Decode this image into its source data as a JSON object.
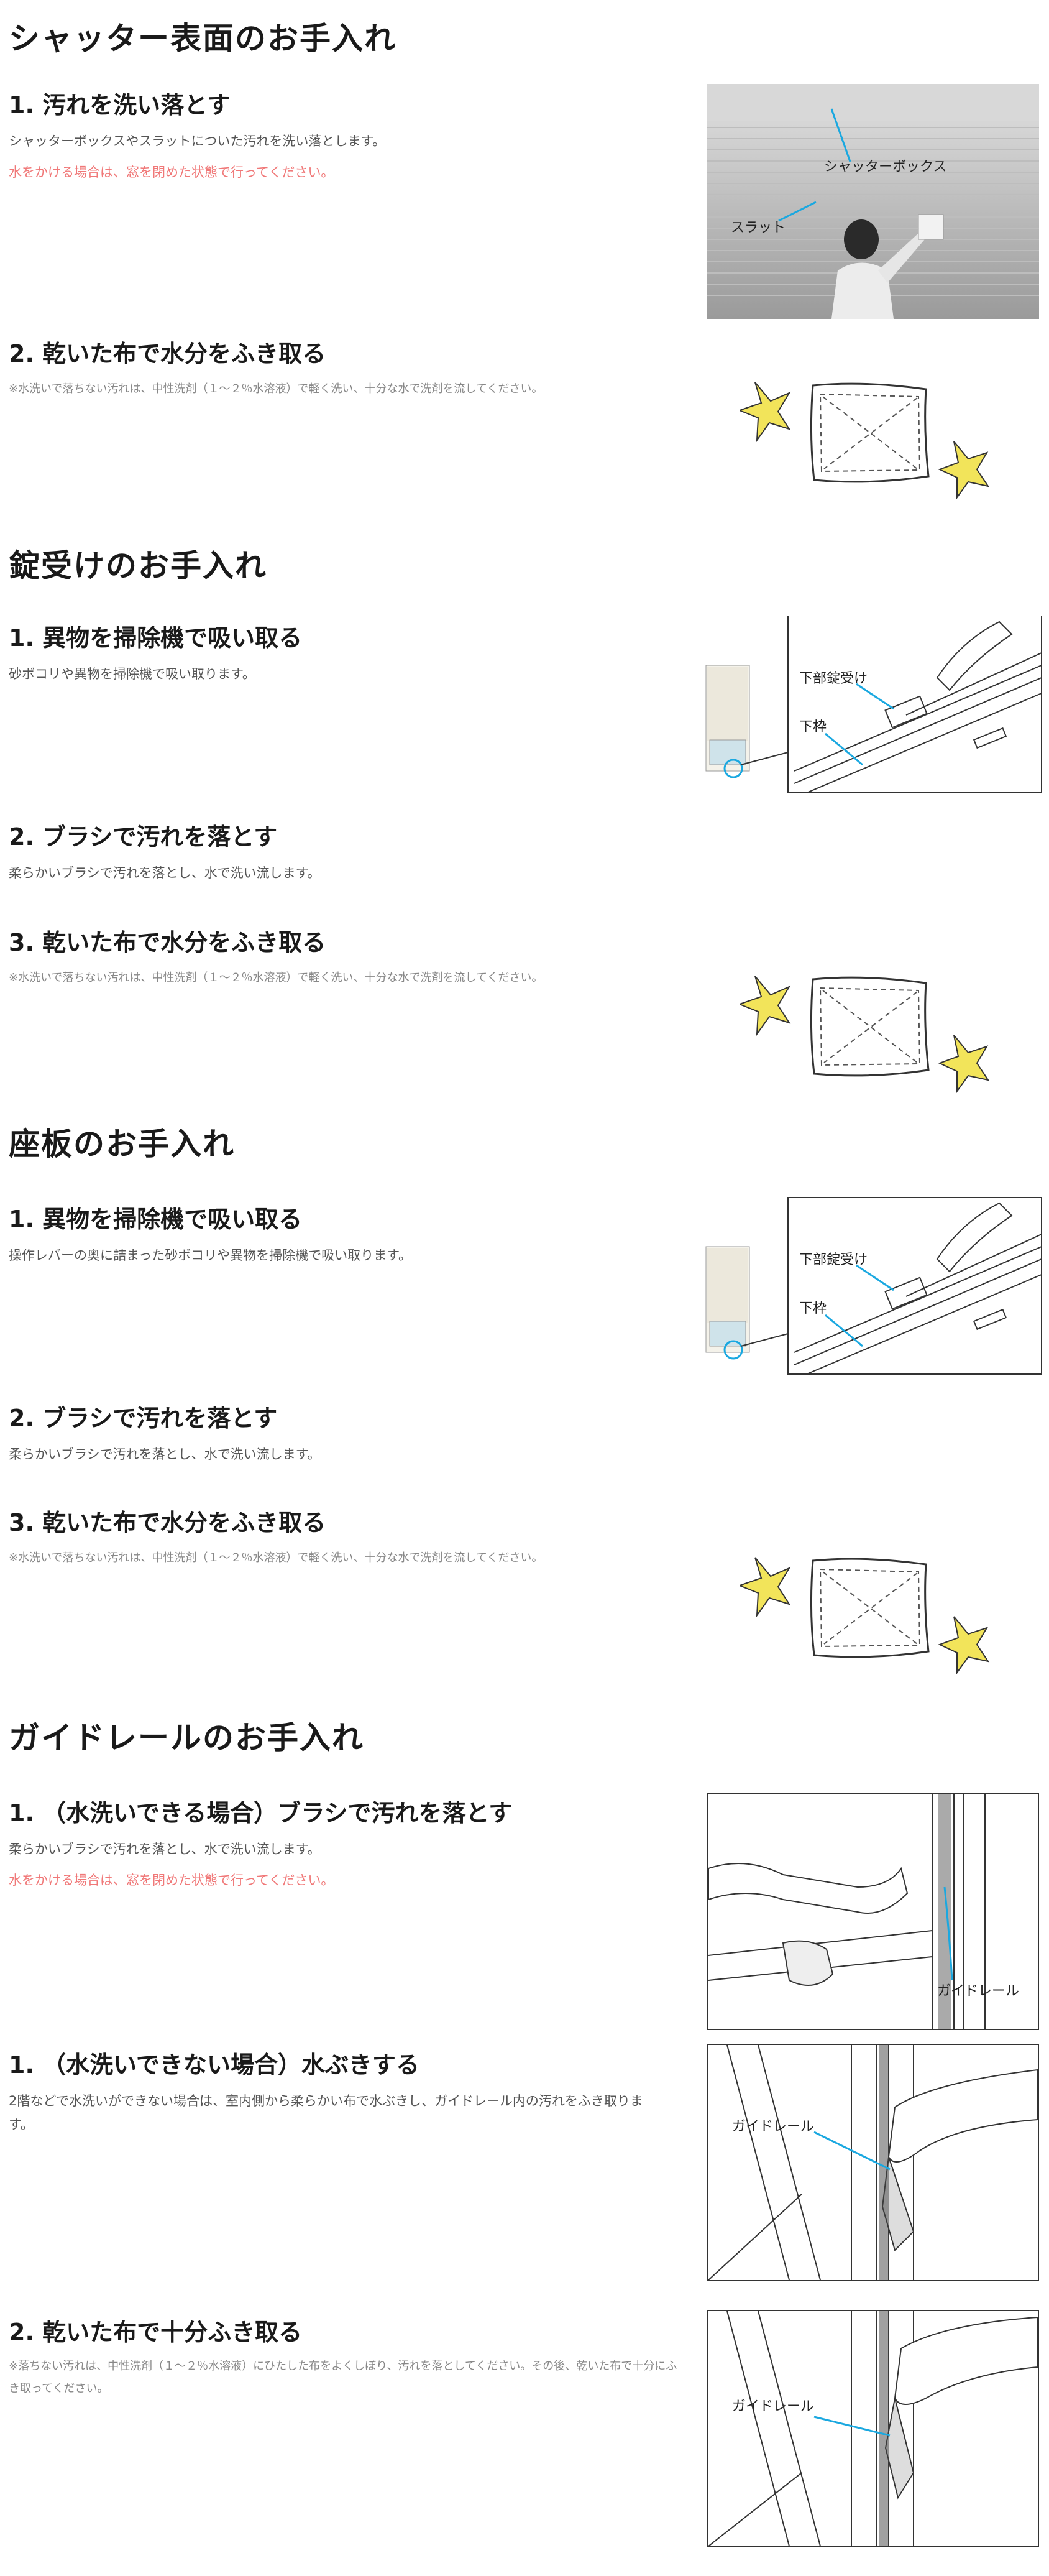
{
  "sections": [
    {
      "title": "シャッター表面のお手入れ",
      "steps": [
        {
          "heading": "1. 汚れを洗い落とす",
          "desc": "シャッターボックスやスラットについた汚れを洗い落とします。",
          "warning": "水をかける場合は、窓を閉めた状態で行ってください。"
        },
        {
          "heading": "2. 乾いた布で水分をふき取る",
          "note": "※水洗いで落ちない汚れは、中性洗剤（１〜２％水溶液）で軽く洗い、十分な水で洗剤を流してください。"
        }
      ],
      "labels": {
        "box": "シャッターボックス",
        "slat": "スラット"
      }
    },
    {
      "title": "錠受けのお手入れ",
      "steps": [
        {
          "heading": "1. 異物を掃除機で吸い取る",
          "desc": "砂ボコリや異物を掃除機で吸い取ります。"
        },
        {
          "heading": "2. ブラシで汚れを落とす",
          "desc": "柔らかいブラシで汚れを落とし、水で洗い流します。"
        },
        {
          "heading": "3. 乾いた布で水分をふき取る",
          "note": "※水洗いで落ちない汚れは、中性洗剤（１〜２％水溶液）で軽く洗い、十分な水で洗剤を流してください。"
        }
      ],
      "labels": {
        "lock": "下部錠受け",
        "frame": "下枠"
      }
    },
    {
      "title": "座板のお手入れ",
      "steps": [
        {
          "heading": "1. 異物を掃除機で吸い取る",
          "desc": "操作レバーの奥に詰まった砂ボコリや異物を掃除機で吸い取ります。"
        },
        {
          "heading": "2. ブラシで汚れを落とす",
          "desc": "柔らかいブラシで汚れを落とし、水で洗い流します。"
        },
        {
          "heading": "3. 乾いた布で水分をふき取る",
          "note": "※水洗いで落ちない汚れは、中性洗剤（１〜２％水溶液）で軽く洗い、十分な水で洗剤を流してください。"
        }
      ],
      "labels": {
        "lock": "下部錠受け",
        "frame": "下枠"
      }
    },
    {
      "title": "ガイドレールのお手入れ",
      "steps": [
        {
          "heading": "1. （水洗いできる場合）ブラシで汚れを落とす",
          "desc": "柔らかいブラシで汚れを落とし、水で洗い流します。",
          "warning": "水をかける場合は、窓を閉めた状態で行ってください。"
        },
        {
          "heading": "1. （水洗いできない場合）水ぶきする",
          "desc": "2階などで水洗いができない場合は、室内側から柔らかい布で水ぶきし、ガイドレール内の汚れをふき取ります。"
        },
        {
          "heading": "2. 乾いた布で十分ふき取る",
          "note": "※落ちない汚れは、中性洗剤（１〜２％水溶液）にひたした布をよくしぼり、汚れを落としてください。その後、乾いた布で十分にふき取ってください。"
        }
      ],
      "labels": {
        "rail": "ガイドレール"
      }
    }
  ],
  "colors": {
    "accent_line": "#1aa8e0",
    "warning": "#f07878",
    "star": "#f2e45a"
  },
  "icons": [
    "star-icon",
    "cloth-icon"
  ]
}
